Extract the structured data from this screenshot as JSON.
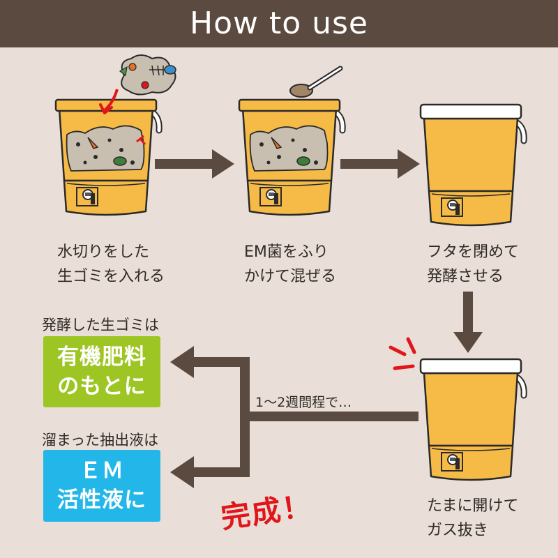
{
  "header": {
    "title": "How to use"
  },
  "steps": [
    {
      "line1": "水切りをした",
      "line2": "生ゴミを入れる"
    },
    {
      "line1": "EM菌をふり",
      "line2": "かけて混ぜる"
    },
    {
      "line1": "フタを閉めて",
      "line2": "発酵させる"
    },
    {
      "line1": "たまに開けて",
      "line2": "ガス抜き"
    }
  ],
  "period_text": "1～2週間程で…",
  "results": [
    {
      "caption": "発酵した生ゴミは",
      "box_line1": "有機肥料",
      "box_line2": "のもとに",
      "color": "#9dc523"
    },
    {
      "caption": "溜まった抽出液は",
      "box_line1": "ＥＭ",
      "box_line2": "活性液に",
      "color": "#22b7e8"
    }
  ],
  "complete_text": "完成！",
  "colors": {
    "header": "#5b4a3f",
    "background": "#eadfd8",
    "bucket": "#f6bb46",
    "arrow": "#5b4a3f",
    "accent_red": "#e0161b"
  }
}
